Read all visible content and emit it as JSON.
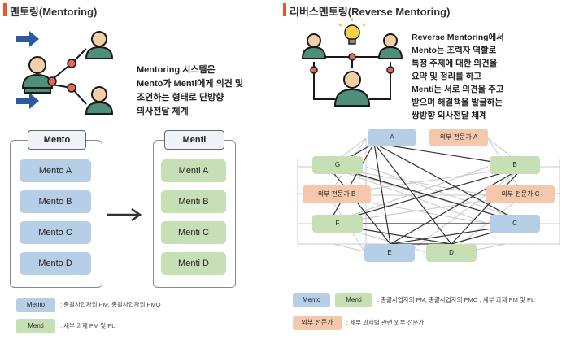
{
  "left": {
    "title": "멘토링(Mentoring)",
    "description": [
      "Mentoring 시스템은",
      "Mento가 Menti에게 의견 및",
      "조언하는 형태로 단방향",
      "의사전달 체계"
    ],
    "mento_header": "Mento",
    "menti_header": "Menti",
    "mento_items": [
      "Mento A",
      "Mento B",
      "Mento C",
      "Mento D"
    ],
    "menti_items": [
      "Menti A",
      "Menti B",
      "Menti C",
      "Menti D"
    ],
    "legend": [
      {
        "label": "Mento",
        "text": ": 총괄사업자의 PM, 총괄사업자의 PMO"
      },
      {
        "label": "Menti",
        "text": ": 세부 과제 PM 및 PL"
      }
    ]
  },
  "right": {
    "title": "리버스멘토링(Reverse Mentoring)",
    "description": [
      "Reverse Mentoring에서",
      "Mento는 조력자 역할로",
      "특정 주제에 대한 의견을",
      "요약 및 정리를 하고",
      "Menti는 서로 의견을 주고",
      "받으며 해결책을 발굴하는",
      "쌍방향 의사전달 체계"
    ],
    "nodes": {
      "A": "A",
      "external_a": "외부 전문가 A",
      "G": "G",
      "B": "B",
      "external_b": "외부 전문가 B",
      "external_c": "외부 전문가 C",
      "F": "F",
      "C": "C",
      "E": "E",
      "D": "D"
    },
    "legend": [
      {
        "label": "Mento"
      },
      {
        "label": "Menti",
        "text": ": 총괄사업자의 PM, 총괄사업자의 PMO , 세부 과제 PM 및 PL"
      },
      {
        "label": "외부 전문가",
        "text": ": 세부 과제별 관련 외부 전문가"
      }
    ]
  },
  "colors": {
    "mento": "#b7cfe6",
    "menti": "#c7dfb5",
    "external": "#f5c8ad",
    "accent": "#e8552a",
    "person_fill": "#4f8f7a"
  }
}
